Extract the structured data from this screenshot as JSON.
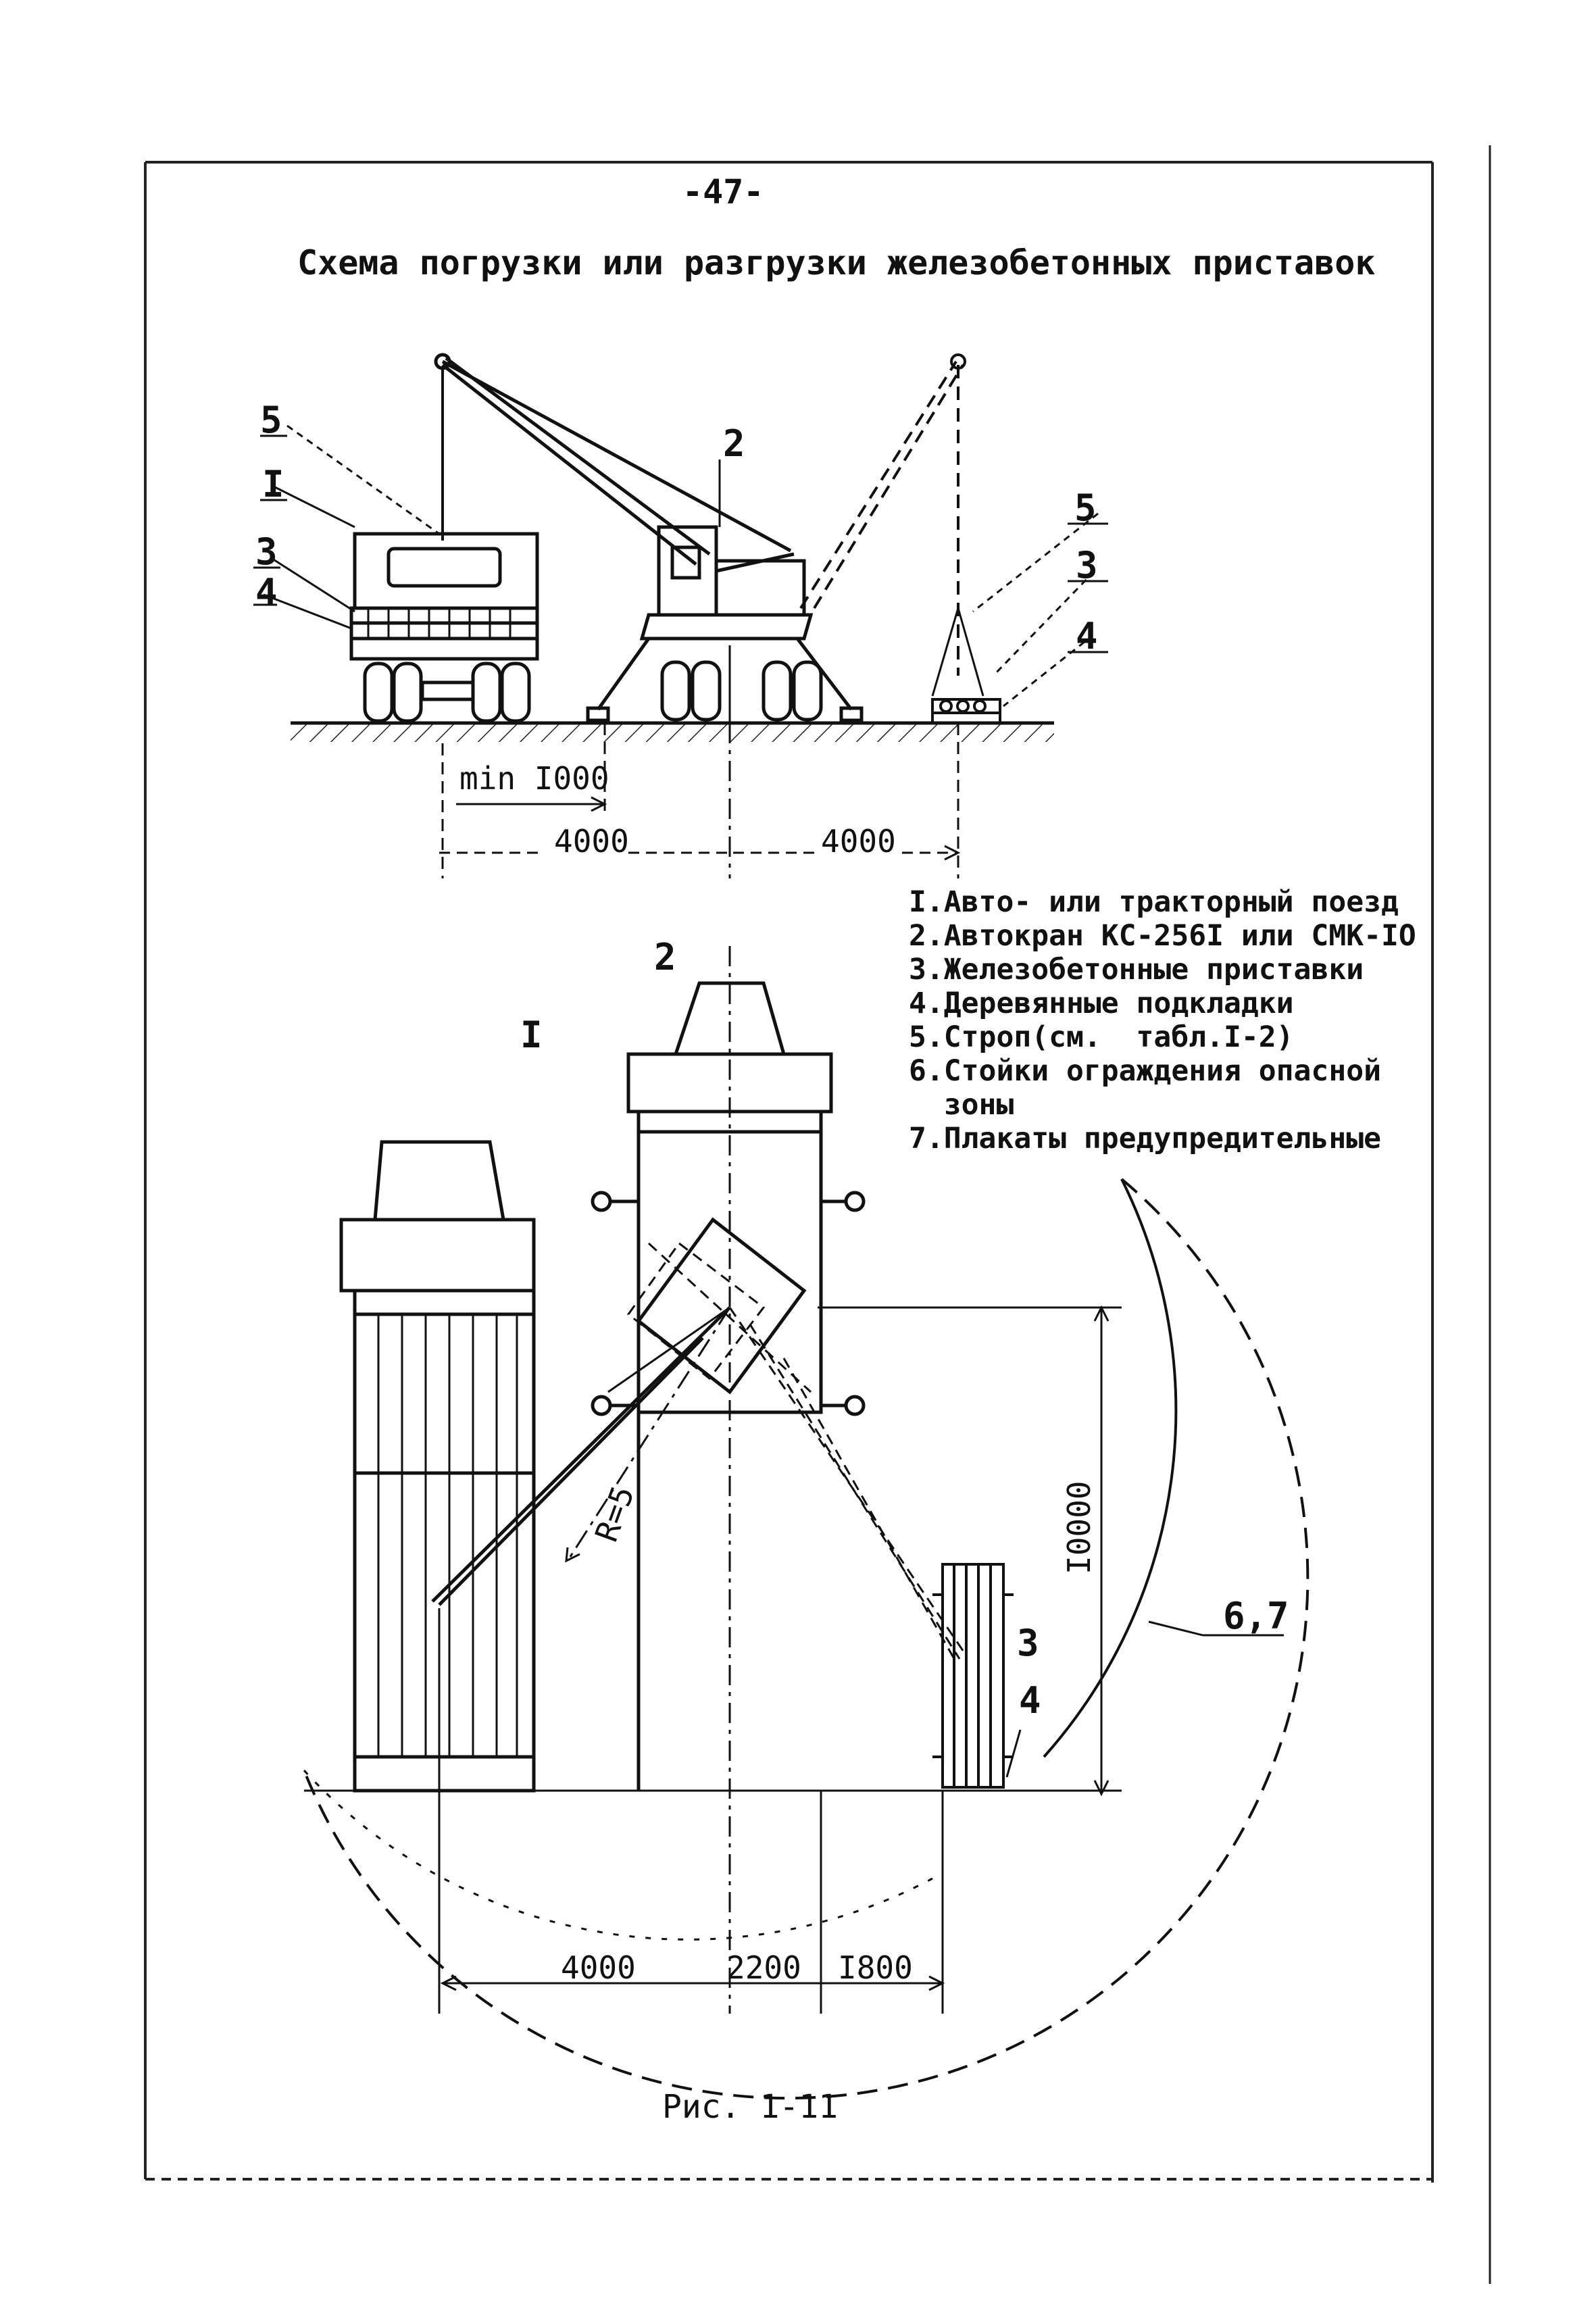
{
  "page_number": "-47-",
  "title": "Схема погрузки или разгрузки железобетонных приставок",
  "figure_caption": "Рис. 1-11",
  "elevation": {
    "markers": {
      "m1": "I",
      "m2": "2",
      "m3a": "3",
      "m4a": "4",
      "m5a": "5",
      "m3b": "3",
      "m4b": "4",
      "m5b": "5"
    },
    "dimensions": {
      "min_gap": "min I000",
      "left": "4000",
      "right": "4000"
    }
  },
  "plan": {
    "markers": {
      "p1": "I",
      "p2": "2",
      "p3": "3",
      "p4": "4",
      "zone": "6,7"
    },
    "radius_label": "R=5",
    "dimensions": {
      "d1": "4000",
      "d2": "2200",
      "d3": "I800",
      "vertical": "I0000"
    }
  },
  "legend": [
    "I.Авто- или тракторный поезд",
    "2.Автокран КС-256I или СМК-IO",
    "3.Железобетонные приставки",
    "4.Деревянные подкладки",
    "5.Строп(см.  табл.I-2)",
    "6.Стойки ограждения опасной",
    "  зоны",
    "7.Плакаты предупредительные"
  ]
}
